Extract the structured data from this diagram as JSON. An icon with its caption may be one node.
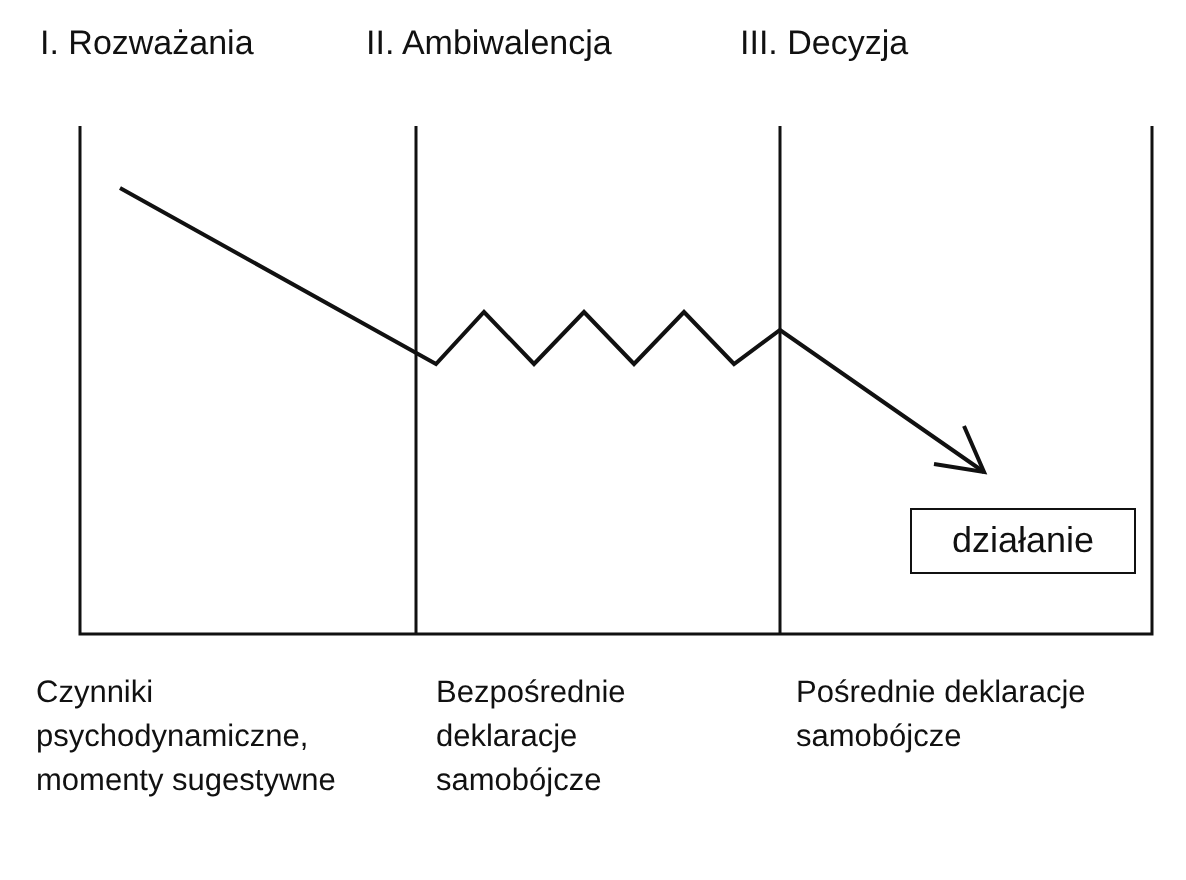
{
  "diagram": {
    "nodes": [
      {
        "text": [
          "działanie"
        ]
      }
    ],
    "labels": [
      "I. Rozważania",
      "II. Ambiwalencja",
      "III. Decyzja",
      "Czynniki psychodynamiczne, momenty sugestywne",
      "Bezpośrednie deklaracje samobójcze",
      "Pośrednie deklaracje samobójcze"
    ]
  }
}
